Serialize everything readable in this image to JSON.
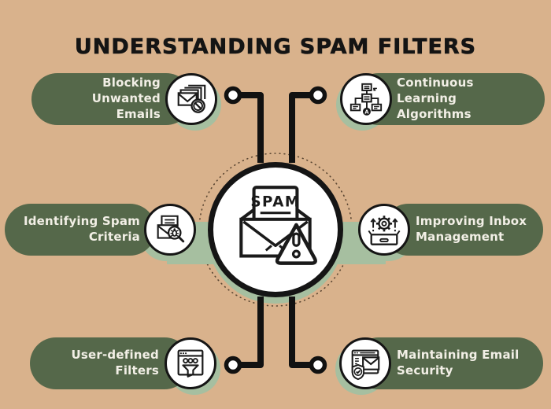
{
  "title": "UNDERSTANDING SPAM FILTERS",
  "center": {
    "label": "SPAM",
    "icon": "spam-envelope-warning-icon"
  },
  "items": [
    {
      "id": "blocking-unwanted-emails",
      "label": "Blocking Unwanted\nEmails",
      "icon": "blocked-emails-icon",
      "side": "left",
      "row": "top"
    },
    {
      "id": "identifying-spam-criteria",
      "label": "Identifying Spam\nCriteria",
      "icon": "spam-search-icon",
      "side": "left",
      "row": "middle"
    },
    {
      "id": "user-defined-filters",
      "label": "User-defined\nFilters",
      "icon": "filter-window-icon",
      "side": "left",
      "row": "bottom"
    },
    {
      "id": "continuous-learning-algorithms",
      "label": "Continuous Learning\nAlgorithms",
      "icon": "algorithm-icon",
      "side": "right",
      "row": "top"
    },
    {
      "id": "improving-inbox-management",
      "label": "Improving Inbox\nManagement",
      "icon": "inbox-gear-icon",
      "side": "right",
      "row": "middle"
    },
    {
      "id": "maintaining-email-security",
      "label": "Maintaining Email\nSecurity",
      "icon": "email-security-icon",
      "side": "right",
      "row": "bottom"
    }
  ],
  "algorithm_node_label": "A",
  "colors": {
    "background": "#d9b28c",
    "pill_green": "#55684a",
    "sage_accent": "#a6bfa0",
    "line_black": "#111111",
    "icon_ink": "#1a1a1a",
    "pill_text": "#f2efe6",
    "title_text": "#141414",
    "circle_fill": "#ffffff"
  }
}
